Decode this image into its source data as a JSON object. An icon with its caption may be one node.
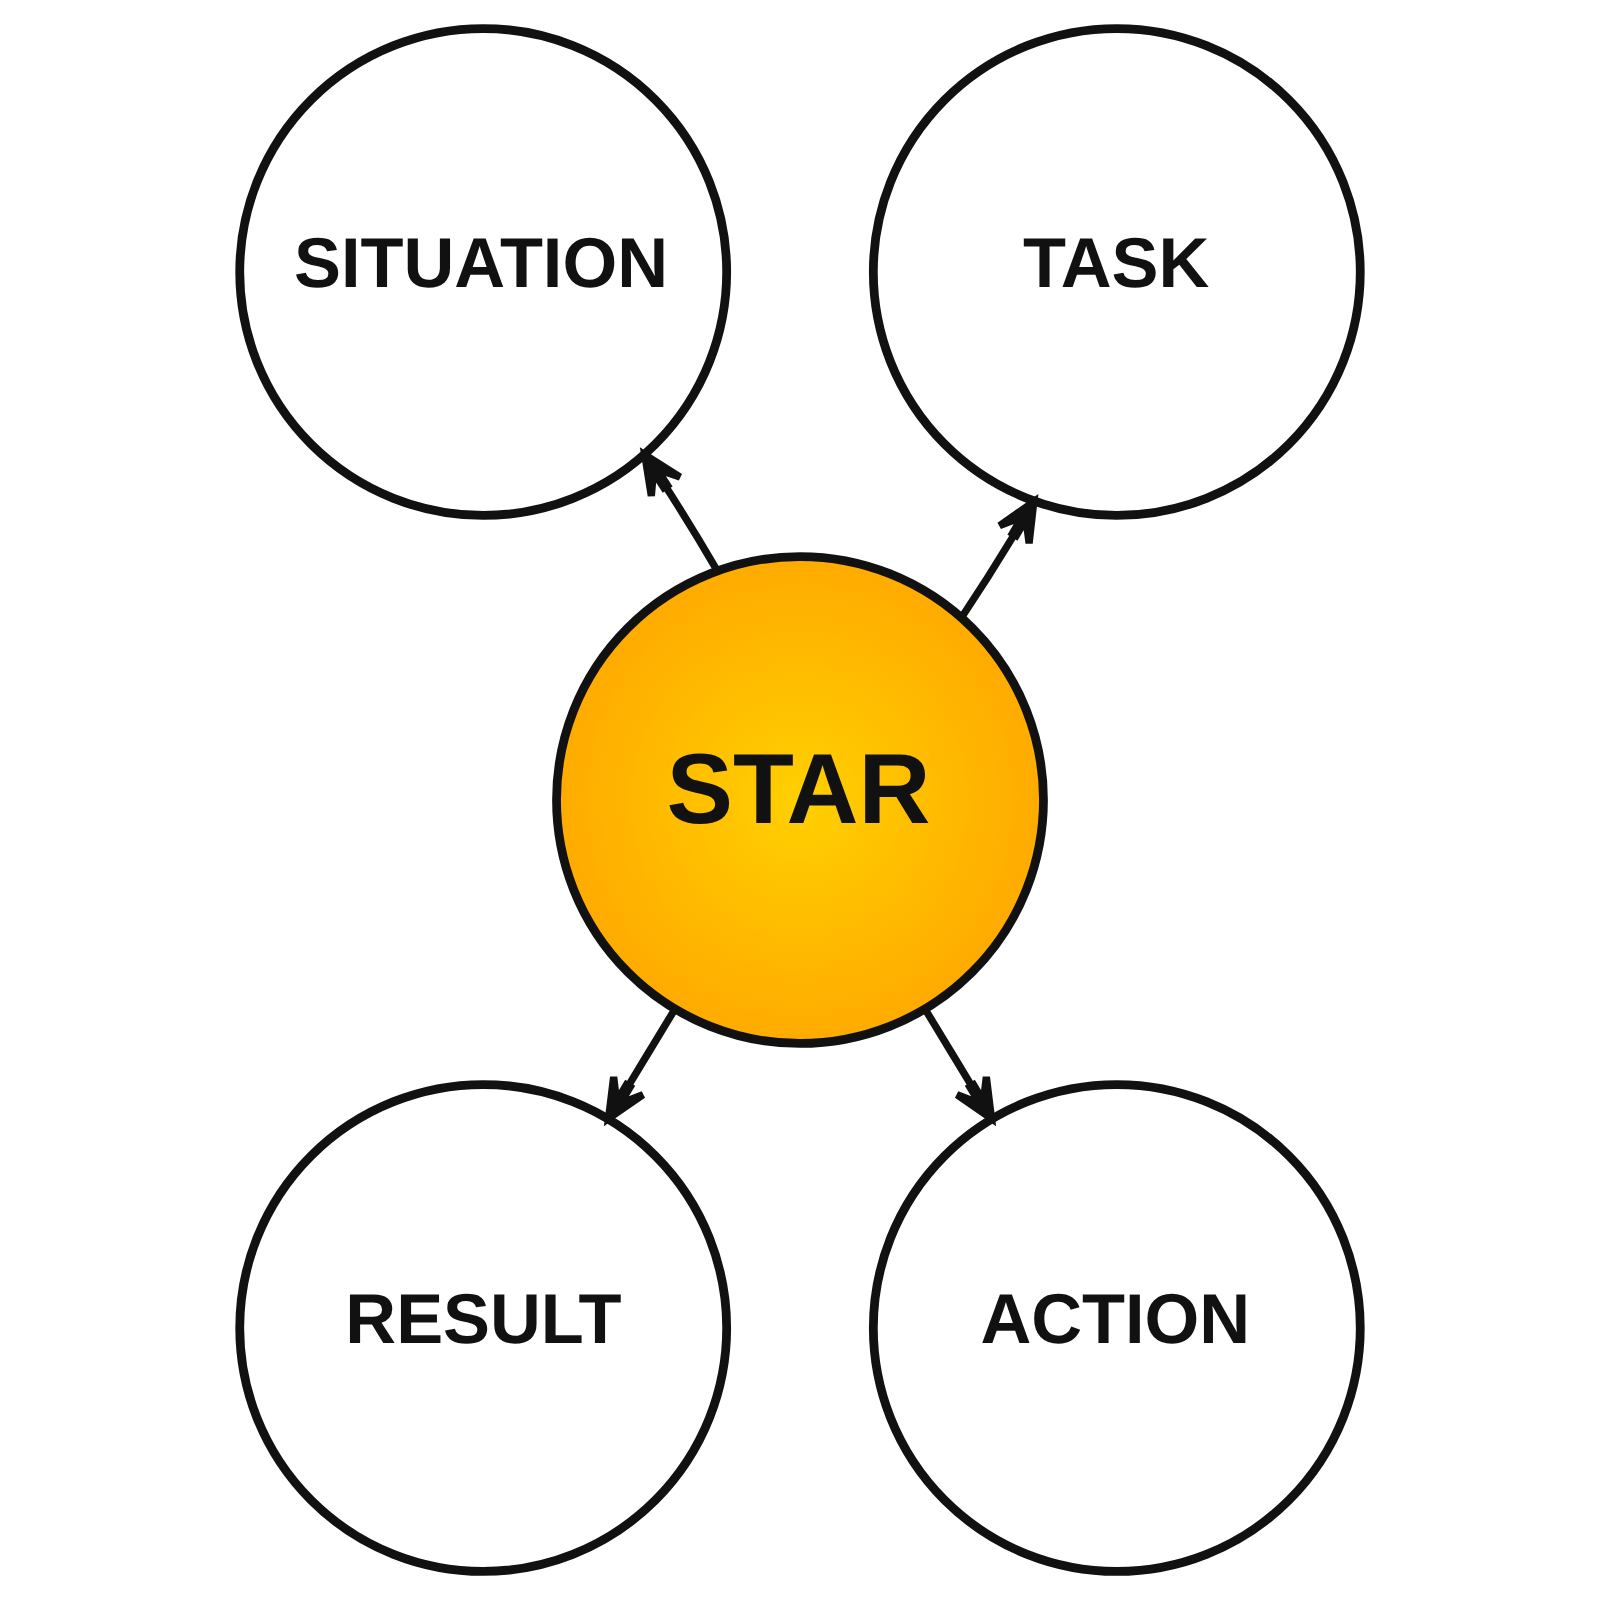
{
  "diagram": {
    "nodes": [
      {
        "text": [
          "SITUATION"
        ]
      },
      {
        "text": [
          "TASK"
        ]
      },
      {
        "text": [
          "STAR"
        ]
      },
      {
        "text": [
          "RESULT"
        ]
      },
      {
        "text": [
          "ACTION"
        ]
      }
    ],
    "edges": [
      {
        "from": 2,
        "to": 0,
        "arrow": "to"
      },
      {
        "from": 2,
        "to": 1,
        "arrow": "to"
      },
      {
        "from": 2,
        "to": 3,
        "arrow": "to"
      },
      {
        "from": 2,
        "to": 4,
        "arrow": "to"
      }
    ]
  }
}
